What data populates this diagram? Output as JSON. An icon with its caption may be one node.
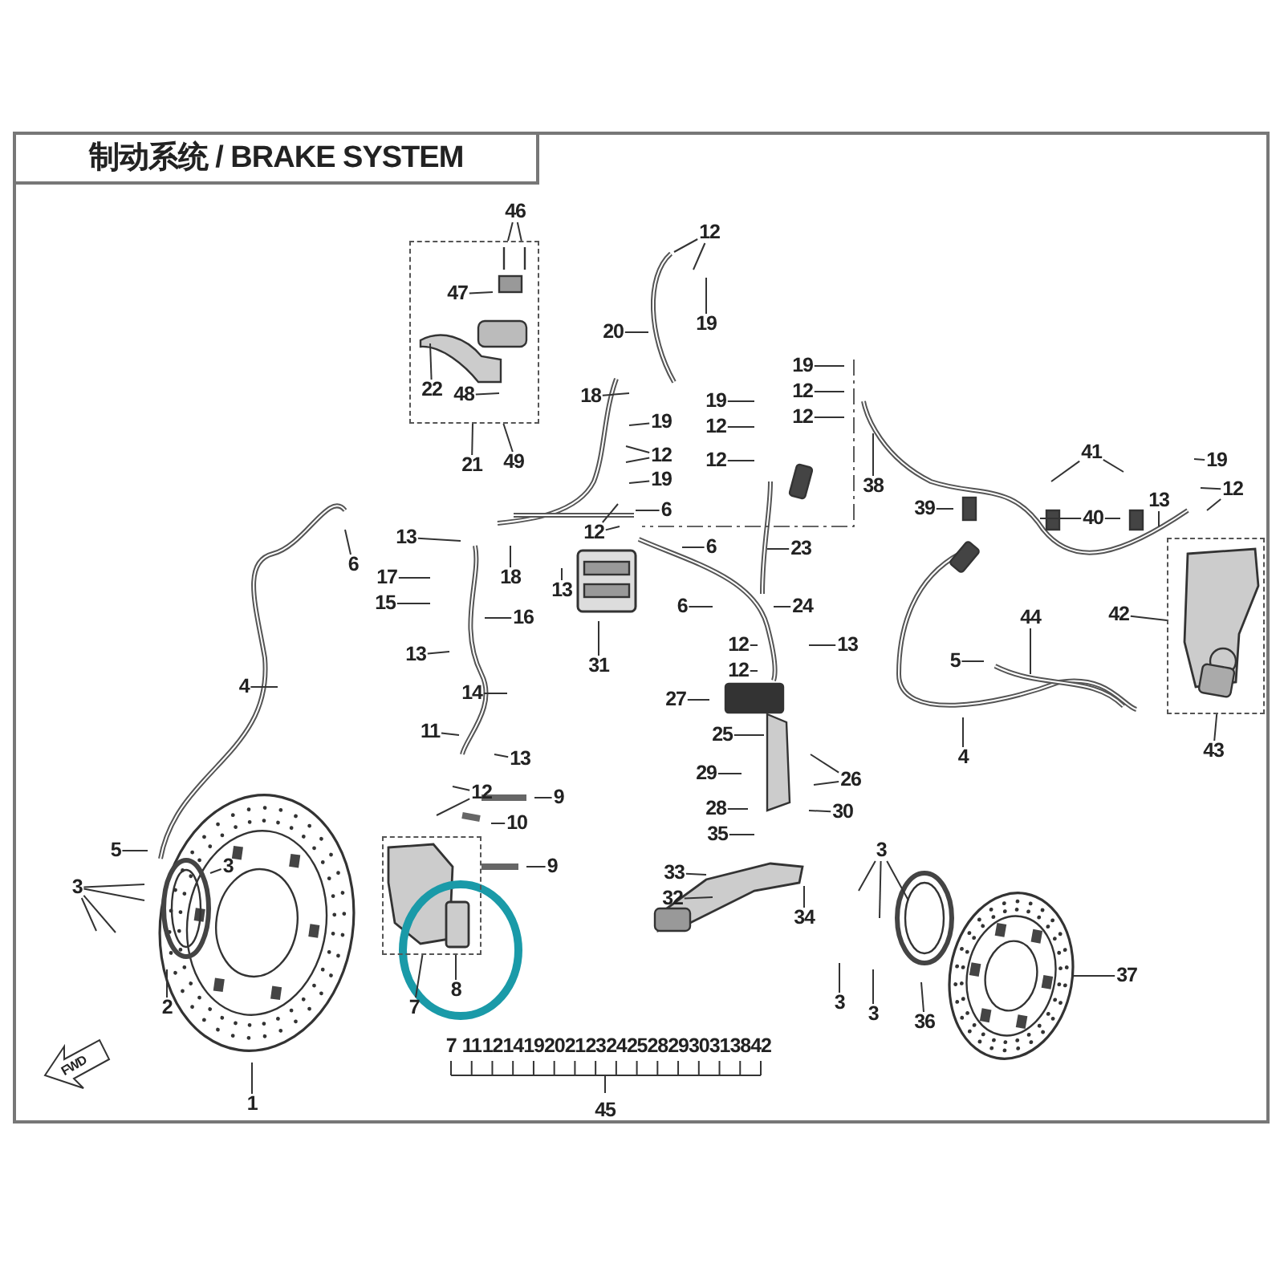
{
  "diagram": {
    "title": "制动系统 / BRAKE SYSTEM",
    "nodes": [
      {
        "text": [],
        "shape": "box"
      },
      {
        "text": [
          "46"
        ]
      },
      {
        "text": [
          "47"
        ],
        "in": 0
      },
      {
        "text": [
          "22"
        ],
        "in": 0
      },
      {
        "text": [
          "48"
        ],
        "in": 0
      },
      {
        "text": [
          "21"
        ]
      },
      {
        "text": [
          "49"
        ]
      },
      {
        "text": [
          "12"
        ]
      },
      {
        "text": [
          "20"
        ]
      },
      {
        "text": [
          "19"
        ]
      },
      {
        "text": [
          "19"
        ]
      },
      {
        "text": [
          "12"
        ]
      },
      {
        "text": [
          "12"
        ]
      },
      {
        "text": [
          "18"
        ]
      },
      {
        "text": [
          "19"
        ]
      },
      {
        "text": [
          "19"
        ]
      },
      {
        "text": [
          "12"
        ]
      },
      {
        "text": [
          "12"
        ]
      },
      {
        "text": [
          "19"
        ]
      },
      {
        "text": [
          "12"
        ]
      },
      {
        "text": [
          "41"
        ]
      },
      {
        "text": [
          "19"
        ]
      },
      {
        "text": [
          "13"
        ]
      },
      {
        "text": [
          "38"
        ]
      },
      {
        "text": [
          "12"
        ]
      },
      {
        "text": [
          "6"
        ]
      },
      {
        "text": [
          "6"
        ]
      },
      {
        "text": [
          "39"
        ]
      },
      {
        "text": [
          "40"
        ]
      },
      {
        "text": [
          "13"
        ]
      },
      {
        "text": [
          "12"
        ]
      },
      {
        "text": [
          "6"
        ]
      },
      {
        "text": [
          "23"
        ]
      },
      {
        "text": [
          "13"
        ]
      },
      {
        "text": [
          "18"
        ]
      },
      {
        "text": [
          "17"
        ]
      },
      {
        "text": [
          "15"
        ]
      },
      {
        "text": [
          "6"
        ]
      },
      {
        "text": [
          "24"
        ]
      },
      {
        "text": [
          "16"
        ]
      },
      {
        "text": [
          "42"
        ]
      },
      {
        "text": [],
        "shape": "box"
      },
      {
        "text": [
          "44"
        ]
      },
      {
        "text": [
          "13"
        ]
      },
      {
        "text": [
          "12"
        ]
      },
      {
        "text": [
          "31"
        ]
      },
      {
        "text": [
          "13"
        ]
      },
      {
        "text": [
          "5"
        ]
      },
      {
        "text": [
          "12"
        ]
      },
      {
        "text": [
          "14"
        ]
      },
      {
        "text": [
          "4"
        ]
      },
      {
        "text": [
          "27"
        ]
      },
      {
        "text": [
          "11"
        ]
      },
      {
        "text": [
          "25"
        ]
      },
      {
        "text": [
          "43"
        ]
      },
      {
        "text": [
          "4"
        ]
      },
      {
        "text": [
          "13"
        ]
      },
      {
        "text": [
          "12"
        ]
      },
      {
        "text": [
          "26"
        ]
      },
      {
        "text": [
          "29"
        ]
      },
      {
        "text": [
          "9"
        ]
      },
      {
        "text": [
          "28"
        ]
      },
      {
        "text": [
          "30"
        ]
      },
      {
        "text": [
          "10"
        ]
      },
      {
        "text": [
          "35"
        ]
      },
      {
        "text": [],
        "shape": "box"
      },
      {
        "text": [
          "33"
        ]
      },
      {
        "text": [
          "3"
        ]
      },
      {
        "text": [
          "5"
        ]
      },
      {
        "text": [
          "3"
        ]
      },
      {
        "text": [
          "9"
        ]
      },
      {
        "text": [
          "32"
        ]
      },
      {
        "text": [
          "3"
        ]
      },
      {
        "text": [
          "34"
        ]
      },
      {
        "text": [
          "37"
        ]
      },
      {
        "text": [
          "8"
        ]
      },
      {
        "text": [
          "3"
        ]
      },
      {
        "text": [
          "3"
        ]
      },
      {
        "text": [
          "2"
        ]
      },
      {
        "text": [
          "7"
        ]
      },
      {
        "text": [
          "36"
        ]
      },
      {
        "text": [
          "1"
        ]
      }
    ],
    "edges": [
      {
        "from": 1,
        "to": 0,
        "arrow": "none"
      },
      {
        "from": 1,
        "to": 0,
        "arrow": "none"
      },
      {
        "from": 2,
        "to": null,
        "arrow": "none"
      },
      {
        "from": 3,
        "to": null,
        "arrow": "none"
      },
      {
        "from": 4,
        "to": null,
        "arrow": "none"
      },
      {
        "from": 5,
        "to": 0,
        "arrow": "none"
      },
      {
        "from": 6,
        "to": 0,
        "arrow": "none"
      },
      {
        "from": 7,
        "to": null,
        "arrow": "none"
      },
      {
        "from": 7,
        "to": null,
        "arrow": "none"
      },
      {
        "from": 8,
        "to": null,
        "arrow": "none"
      },
      {
        "from": 9,
        "to": null,
        "arrow": "none"
      },
      {
        "from": 10,
        "to": null,
        "arrow": "none"
      },
      {
        "from": 11,
        "to": null,
        "arrow": "none"
      },
      {
        "from": 12,
        "to": null,
        "arrow": "none"
      },
      {
        "from": 13,
        "to": null,
        "arrow": "none"
      },
      {
        "from": 14,
        "to": null,
        "arrow": "none"
      },
      {
        "from": 15,
        "to": null,
        "arrow": "none"
      },
      {
        "from": 16,
        "to": null,
        "arrow": "none"
      },
      {
        "from": 17,
        "to": null,
        "arrow": "none"
      },
      {
        "from": 17,
        "to": null,
        "arrow": "none"
      },
      {
        "from": 18,
        "to": null,
        "arrow": "none"
      },
      {
        "from": 19,
        "to": null,
        "arrow": "none"
      },
      {
        "from": 20,
        "to": null,
        "arrow": "none"
      },
      {
        "from": 20,
        "to": null,
        "arrow": "none"
      },
      {
        "from": 21,
        "to": null,
        "arrow": "none"
      },
      {
        "from": 22,
        "to": null,
        "arrow": "none"
      },
      {
        "from": 23,
        "to": null,
        "arrow": "none"
      },
      {
        "from": 24,
        "to": null,
        "arrow": "none"
      },
      {
        "from": 24,
        "to": null,
        "arrow": "none"
      },
      {
        "from": 25,
        "to": null,
        "arrow": "none"
      },
      {
        "from": 26,
        "to": null,
        "arrow": "none"
      },
      {
        "from": 27,
        "to": null,
        "arrow": "none"
      },
      {
        "from": 28,
        "to": null,
        "arrow": "none"
      },
      {
        "from": 28,
        "to": null,
        "arrow": "none"
      },
      {
        "from": 29,
        "to": null,
        "arrow": "none"
      },
      {
        "from": 30,
        "to": null,
        "arrow": "none"
      },
      {
        "from": 30,
        "to": null,
        "arrow": "none"
      },
      {
        "from": 31,
        "to": null,
        "arrow": "none"
      },
      {
        "from": 32,
        "to": null,
        "arrow": "none"
      },
      {
        "from": 33,
        "to": null,
        "arrow": "none"
      },
      {
        "from": 34,
        "to": null,
        "arrow": "none"
      },
      {
        "from": 35,
        "to": null,
        "arrow": "none"
      },
      {
        "from": 36,
        "to": null,
        "arrow": "none"
      },
      {
        "from": 37,
        "to": null,
        "arrow": "none"
      },
      {
        "from": 38,
        "to": null,
        "arrow": "none"
      },
      {
        "from": 39,
        "to": null,
        "arrow": "none"
      },
      {
        "from": 40,
        "to": 41,
        "arrow": "none"
      },
      {
        "from": 42,
        "to": null,
        "arrow": "none"
      },
      {
        "from": 43,
        "to": null,
        "arrow": "none"
      },
      {
        "from": 44,
        "to": null,
        "arrow": "none"
      },
      {
        "from": 45,
        "to": null,
        "arrow": "none"
      },
      {
        "from": 46,
        "to": null,
        "arrow": "none"
      },
      {
        "from": 47,
        "to": null,
        "arrow": "none"
      },
      {
        "from": 48,
        "to": null,
        "arrow": "none"
      },
      {
        "from": 49,
        "to": null,
        "arrow": "none"
      },
      {
        "from": 50,
        "to": null,
        "arrow": "none"
      },
      {
        "from": 51,
        "to": null,
        "arrow": "none"
      },
      {
        "from": 52,
        "to": null,
        "arrow": "none"
      },
      {
        "from": 53,
        "to": null,
        "arrow": "none"
      },
      {
        "from": 54,
        "to": 41,
        "arrow": "none"
      },
      {
        "from": 55,
        "to": null,
        "arrow": "none"
      },
      {
        "from": 56,
        "to": null,
        "arrow": "none"
      },
      {
        "from": 57,
        "to": null,
        "arrow": "none"
      },
      {
        "from": 57,
        "to": null,
        "arrow": "none"
      },
      {
        "from": 58,
        "to": null,
        "arrow": "none"
      },
      {
        "from": 58,
        "to": null,
        "arrow": "none"
      },
      {
        "from": 59,
        "to": null,
        "arrow": "none"
      },
      {
        "from": 60,
        "to": null,
        "arrow": "none"
      },
      {
        "from": 61,
        "to": null,
        "arrow": "none"
      },
      {
        "from": 62,
        "to": null,
        "arrow": "none"
      },
      {
        "from": 63,
        "to": null,
        "arrow": "none"
      },
      {
        "from": 64,
        "to": null,
        "arrow": "none"
      },
      {
        "from": 66,
        "to": null,
        "arrow": "none"
      },
      {
        "from": 67,
        "to": null,
        "arrow": "none"
      },
      {
        "from": 67,
        "to": null,
        "arrow": "none"
      },
      {
        "from": 67,
        "to": null,
        "arrow": "none"
      },
      {
        "from": 68,
        "to": null,
        "arrow": "none"
      },
      {
        "from": 69,
        "to": null,
        "arrow": "none"
      },
      {
        "from": 72,
        "to": null,
        "arrow": "none"
      },
      {
        "from": 72,
        "to": null,
        "arrow": "none"
      },
      {
        "from": 72,
        "to": null,
        "arrow": "none"
      },
      {
        "from": 72,
        "to": null,
        "arrow": "none"
      },
      {
        "from": 70,
        "to": null,
        "arrow": "none"
      },
      {
        "from": 71,
        "to": null,
        "arrow": "none"
      },
      {
        "from": 73,
        "to": null,
        "arrow": "none"
      },
      {
        "from": 74,
        "to": null,
        "arrow": "none"
      },
      {
        "from": 75,
        "to": 65,
        "arrow": "none"
      },
      {
        "from": 76,
        "to": null,
        "arrow": "none"
      },
      {
        "from": 77,
        "to": null,
        "arrow": "none"
      },
      {
        "from": 78,
        "to": null,
        "arrow": "none"
      },
      {
        "from": 79,
        "to": 65,
        "arrow": "none"
      },
      {
        "from": 80,
        "to": null,
        "arrow": "none"
      },
      {
        "from": 81,
        "to": null,
        "arrow": "none"
      }
    ],
    "labels": [
      "FWD",
      "7",
      "11",
      "12",
      "14",
      "19",
      "20",
      "21",
      "23",
      "24",
      "25",
      "28",
      "29",
      "30",
      "31",
      "38",
      "42",
      "45"
    ]
  }
}
